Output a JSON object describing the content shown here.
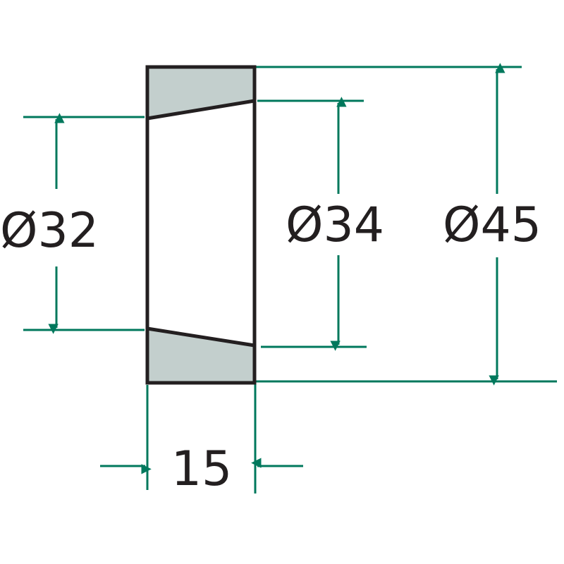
{
  "colors": {
    "dimension": "#00785c",
    "outline": "#231f20",
    "section_fill": "#c3cfcd"
  },
  "dimensions": {
    "inner_left_diameter": "Ø32",
    "inner_right_diameter": "Ø34",
    "outer_diameter": "Ø45",
    "width": "15"
  }
}
